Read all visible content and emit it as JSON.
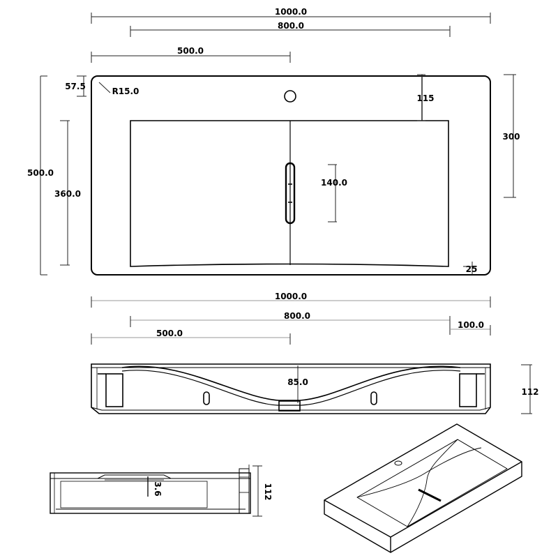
{
  "colors": {
    "line": "#000000",
    "dimension_line": "#222222",
    "background": "#ffffff"
  },
  "top_view": {
    "dims": {
      "overall_width": "1000.0",
      "basin_width": "800.0",
      "half_width": "500.0",
      "hole_offset": "57.5",
      "corner_radius": "R15.0",
      "deck_depth": "115",
      "overall_depth": "500.0",
      "basin_depth": "360.0",
      "side_depth": "300",
      "drain_slot": "140.0",
      "edge": "25"
    }
  },
  "front_section": {
    "dims": {
      "overall_width": "1000.0",
      "basin_width": "800.0",
      "half_width": "500.0",
      "side_width": "100.0",
      "bowl_depth": "85.0",
      "height": "112"
    }
  },
  "side_section": {
    "dims": {
      "small": "3.6",
      "height": "112"
    }
  },
  "isometric": {
    "icon": "basin-isometric-view"
  }
}
